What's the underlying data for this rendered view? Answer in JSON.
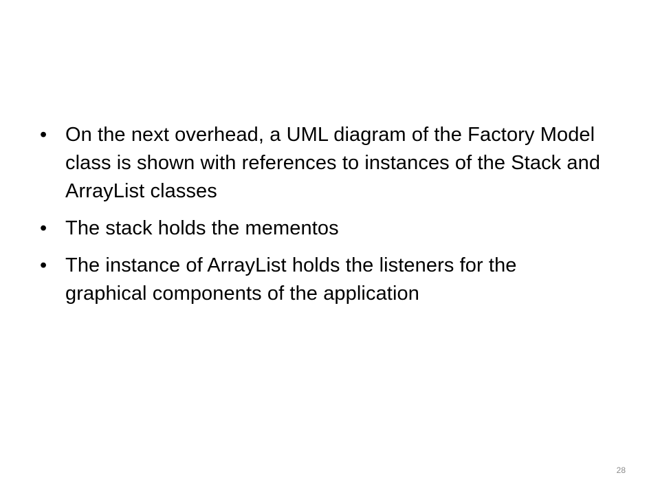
{
  "slide": {
    "bullets": [
      {
        "marker": "•",
        "text": "On the next overhead, a UML diagram of the Factory Model class is shown with references to instances of the Stack and ArrayList classes"
      },
      {
        "marker": "•",
        "text": "The stack holds the mementos"
      },
      {
        "marker": "•",
        "text": "The instance of ArrayList holds the listeners for the graphical components of the application"
      }
    ],
    "page_number": "28"
  }
}
